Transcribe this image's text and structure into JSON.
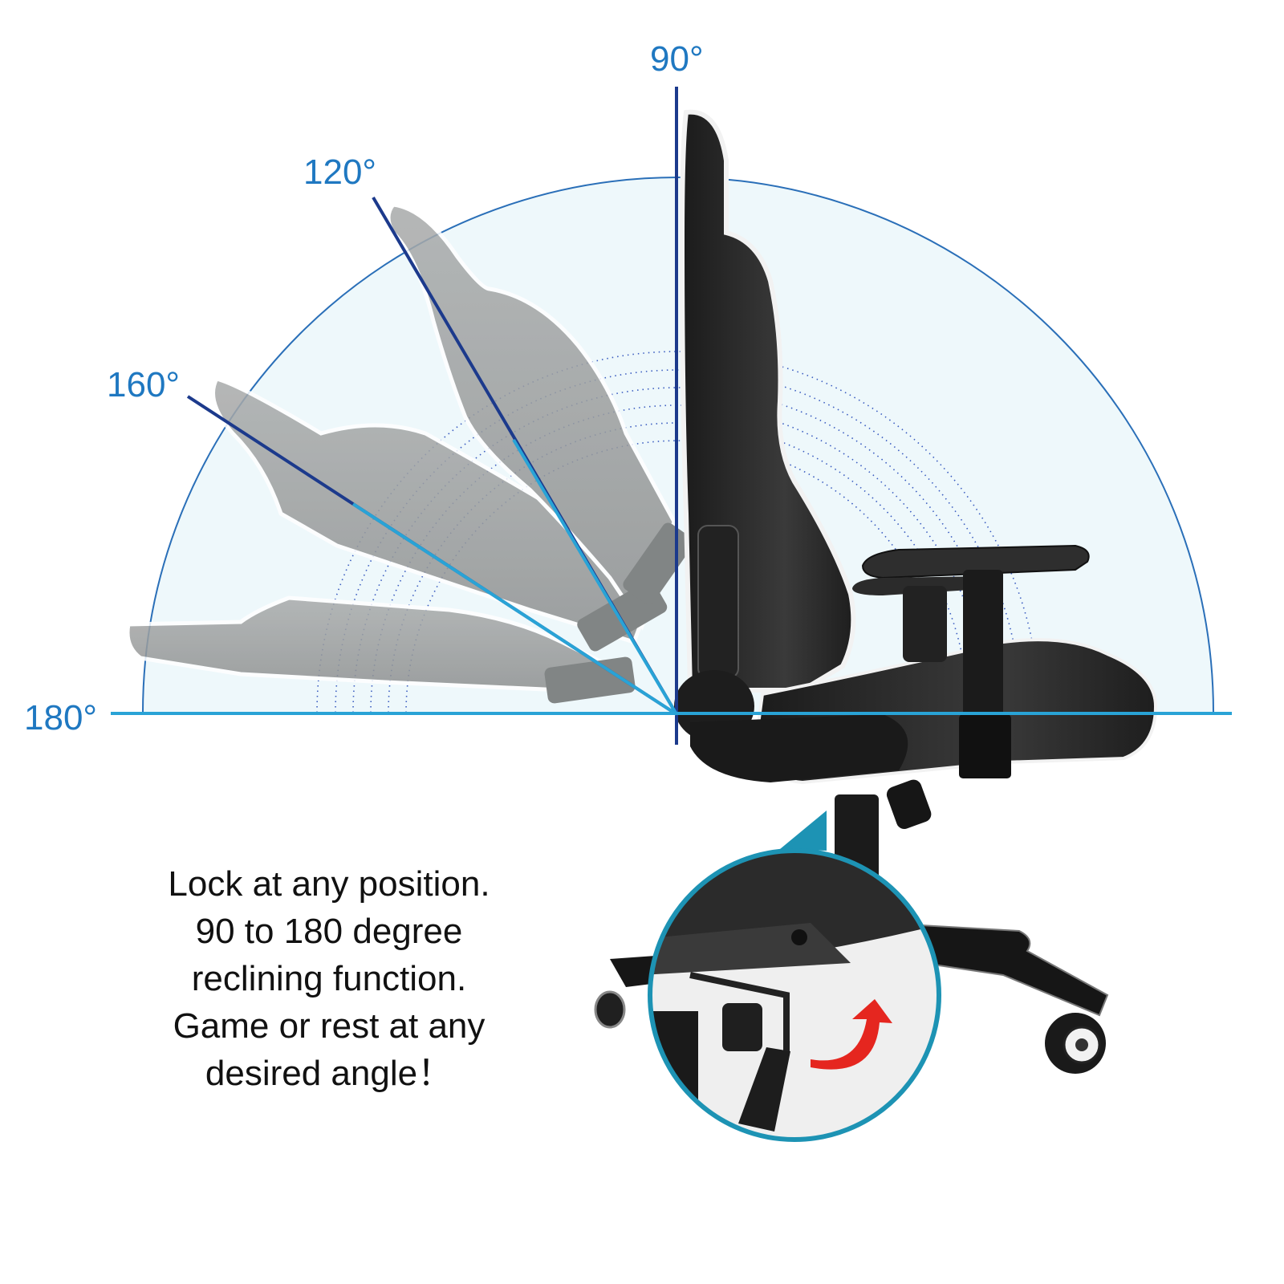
{
  "angles": {
    "a90": "90°",
    "a120": "120°",
    "a160": "160°",
    "a180": "180°"
  },
  "caption": {
    "line1": "Lock at any position.",
    "line2": "90 to 180 degree",
    "line3": "reclining function.",
    "line4": "Game or rest at any",
    "line5": "desired angle！"
  },
  "colors": {
    "label_blue": "#1f78c1",
    "line_dark_blue": "#1c3a8c",
    "line_cyan": "#29a3d6",
    "arc_fill": "#eef8fb",
    "chair_dark": "#2a2a2a",
    "ghost_gray": "#9a9c9c",
    "inset_ring": "#1d93b4",
    "arrow_red": "#e5261f"
  }
}
